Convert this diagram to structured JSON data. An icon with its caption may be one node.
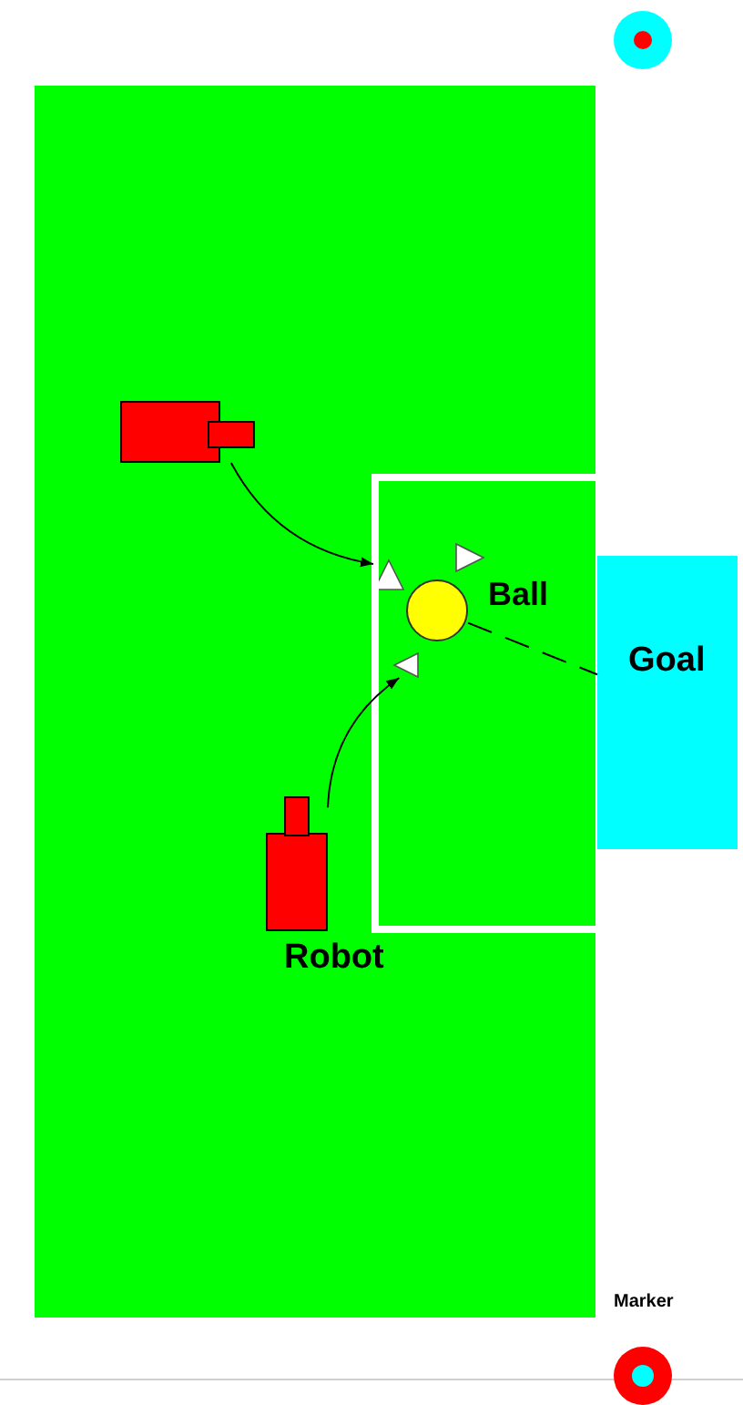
{
  "diagram": {
    "nodes": [
      {
        "text": [],
        "shape": "circle"
      },
      {
        "text": [],
        "shape": "box"
      },
      {
        "text": [],
        "shape": "box",
        "in": 1
      },
      {
        "text": [],
        "shape": "triangle",
        "in": 1
      },
      {
        "text": [],
        "shape": "triangle",
        "in": 1
      },
      {
        "text": [],
        "shape": "circle",
        "in": 1,
        "beside": [
          "Ball"
        ]
      },
      {
        "text": [
          "Goal"
        ]
      },
      {
        "text": [],
        "shape": "triangle",
        "in": 1
      },
      {
        "text": [],
        "shape": "box",
        "in": 1,
        "beside": [
          "Robot"
        ]
      },
      {
        "text": [],
        "shape": "circle",
        "beside": [
          "Marker"
        ]
      }
    ],
    "edges": [
      {
        "from": 2,
        "to": 4,
        "arrow": "to"
      },
      {
        "from": 8,
        "to": 7,
        "arrow": "to"
      },
      {
        "from": 5,
        "to": 6,
        "arrow": "none",
        "style": "dashed"
      }
    ]
  }
}
